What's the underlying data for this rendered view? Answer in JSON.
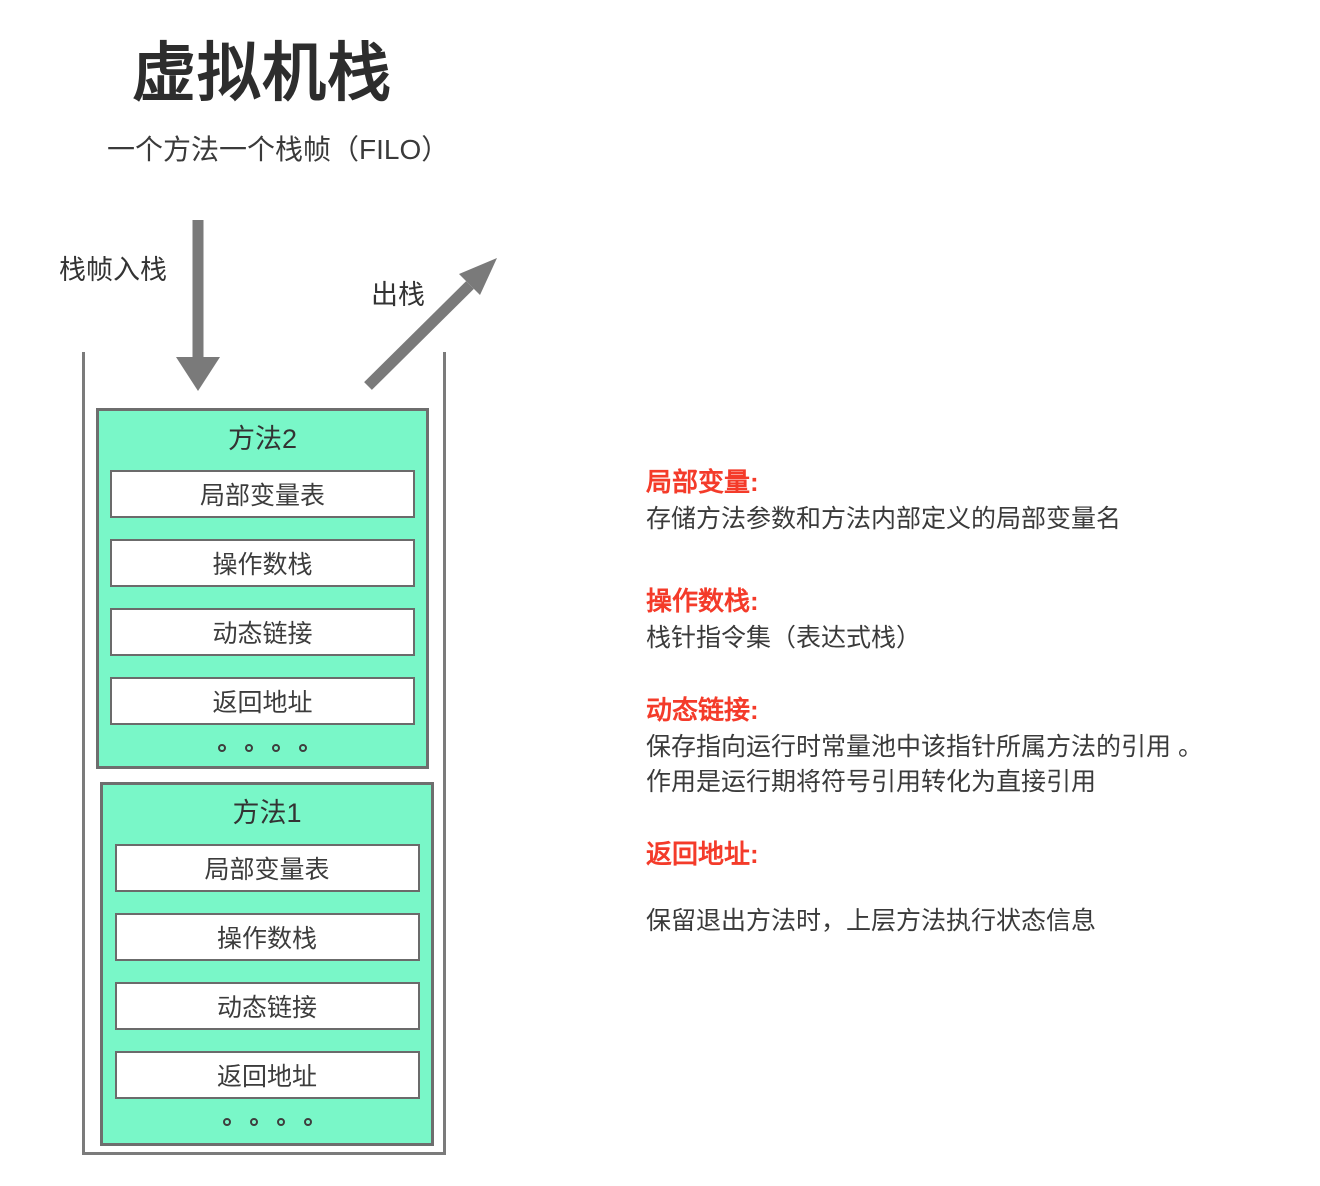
{
  "header": {
    "title": "虚拟机栈",
    "subtitle": "一个方法一个栈帧（FILO）"
  },
  "arrows": {
    "push_label": "栈帧入栈",
    "pop_label": "出栈"
  },
  "stack": {
    "frames": [
      {
        "name": "方法2",
        "slots": [
          "局部变量表",
          "操作数栈",
          "动态链接",
          "返回地址"
        ],
        "ellipsis_dot_count": 4
      },
      {
        "name": "方法1",
        "slots": [
          "局部变量表",
          "操作数栈",
          "动态链接",
          "返回地址"
        ],
        "ellipsis_dot_count": 4
      }
    ]
  },
  "notes": [
    {
      "heading": "局部变量:",
      "lines": [
        "存储方法参数和方法内部定义的局部变量名"
      ]
    },
    {
      "heading": "操作数栈:",
      "lines": [
        "栈针指令集（表达式栈）"
      ]
    },
    {
      "heading": "动态链接:",
      "lines": [
        "保存指向运行时常量池中该指针所属方法的引用 。",
        "作用是运行期将符号引用转化为直接引用"
      ]
    },
    {
      "heading": "返回地址:",
      "lines": [
        "保留退出方法时，上层方法执行状态信息"
      ]
    }
  ],
  "colors": {
    "accent_red": "#f43b2a",
    "frame_green": "#79f7c8",
    "border_gray": "#6e6e6e",
    "wall_gray": "#7b7b7b",
    "arrow_gray": "#7a7a7a",
    "text_dark": "#3a3a3a"
  }
}
